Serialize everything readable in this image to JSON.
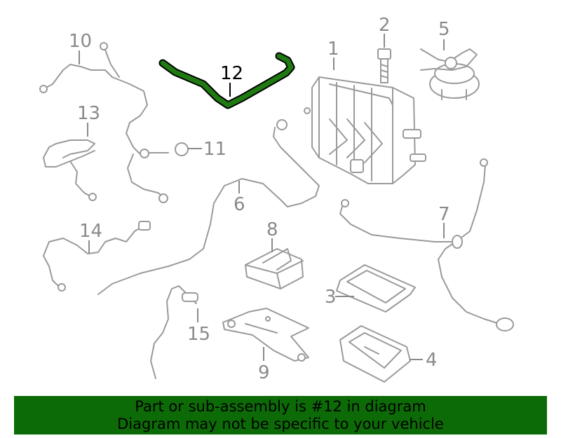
{
  "diagram": {
    "highlight_color": "#1f7a12",
    "callouts": [
      {
        "id": "1",
        "text": "1"
      },
      {
        "id": "2",
        "text": "2"
      },
      {
        "id": "3",
        "text": "3"
      },
      {
        "id": "4",
        "text": "4"
      },
      {
        "id": "5",
        "text": "5"
      },
      {
        "id": "6",
        "text": "6"
      },
      {
        "id": "7",
        "text": "7"
      },
      {
        "id": "8",
        "text": "8"
      },
      {
        "id": "9",
        "text": "9"
      },
      {
        "id": "10",
        "text": "10"
      },
      {
        "id": "11",
        "text": "11"
      },
      {
        "id": "12",
        "text": "12"
      },
      {
        "id": "13",
        "text": "13"
      },
      {
        "id": "14",
        "text": "14"
      },
      {
        "id": "15",
        "text": "15"
      }
    ]
  },
  "banner": {
    "line1": "Part or sub-assembly is #12 in diagram",
    "line2": "Diagram may not be specific to your vehicle",
    "background": "#0d6b07"
  }
}
